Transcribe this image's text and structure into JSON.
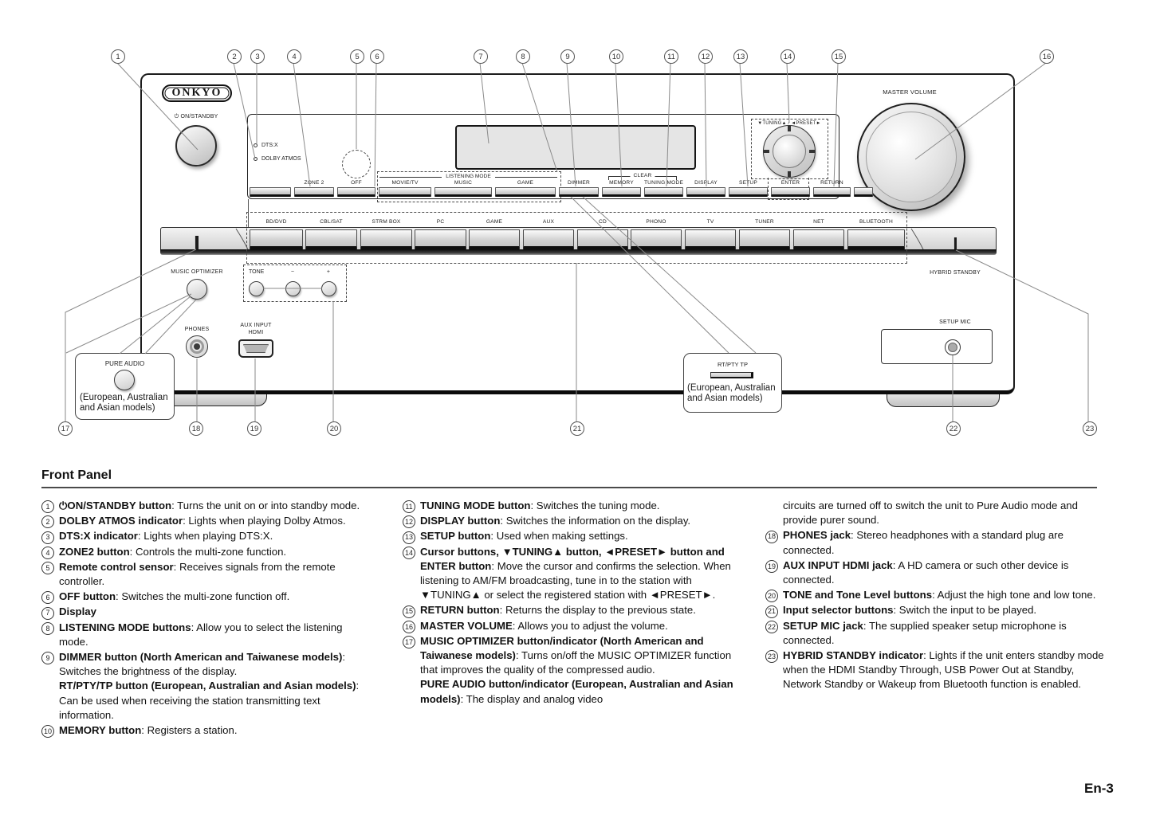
{
  "section_title": "Front Panel",
  "footer": "En-3",
  "device": {
    "brand": "ONKYO",
    "power_label": "⏻ ON/STANDBY",
    "dts_indicator": "DTS:X",
    "dolby_indicator": "DOLBY ATMOS",
    "listening_mode_label": "LISTENING MODE",
    "clear_label": "CLEAR",
    "small_buttons": [
      "",
      "ZONE 2",
      "OFF",
      "MOVIE/TV",
      "MUSIC",
      "GAME",
      "DIMMER",
      "MEMORY",
      "TUNING MODE",
      "DISPLAY",
      "SETUP",
      "ENTER",
      "RETURN",
      ""
    ],
    "dial_label": "▼TUNING▲ / ◄PRESET►",
    "master_volume_label": "MASTER VOLUME",
    "input_buttons": [
      "BD/DVD",
      "CBL/SAT",
      "STRM BOX",
      "PC",
      "GAME",
      "AUX",
      "CD",
      "PHONO",
      "TV",
      "TUNER",
      "NET",
      "BLUETOOTH"
    ],
    "music_optimizer_label": "MUSIC OPTIMIZER",
    "tone_label": "TONE",
    "tone_minus": "−",
    "tone_plus": "+",
    "phones_label": "PHONES",
    "aux_input_line1": "AUX INPUT",
    "aux_input_line2": "HDMI",
    "hybrid_standby_label": "HYBRID STANDBY",
    "setup_mic_label": "SETUP MIC",
    "pure_audio": {
      "title": "PURE AUDIO",
      "note1": "(European, Australian",
      "note2": "and Asian models)"
    },
    "rt_pty": {
      "title": "RT/PTY TP",
      "note1": "(European, Australian",
      "note2": "and Asian models)"
    }
  },
  "callouts_top": [
    "1",
    "2",
    "3",
    "4",
    "5",
    "6",
    "7",
    "8",
    "9",
    "10",
    "11",
    "12",
    "13",
    "14",
    "15",
    "16"
  ],
  "callouts_bottom": [
    "17",
    "18",
    "19",
    "20",
    "21",
    "22",
    "23"
  ],
  "legend_columns": [
    [
      {
        "num": "1",
        "segs": [
          [
            "b",
            "⏻ON/STANDBY button"
          ],
          [
            "r",
            ": Turns the unit on or into standby mode."
          ]
        ]
      },
      {
        "num": "2",
        "segs": [
          [
            "b",
            "DOLBY ATMOS indicator"
          ],
          [
            "r",
            ": Lights when playing Dolby Atmos."
          ]
        ]
      },
      {
        "num": "3",
        "segs": [
          [
            "b",
            "DTS:X indicator"
          ],
          [
            "r",
            ": Lights when playing DTS:X."
          ]
        ]
      },
      {
        "num": "4",
        "segs": [
          [
            "b",
            "ZONE2 button"
          ],
          [
            "r",
            ": Controls the multi-zone function."
          ]
        ]
      },
      {
        "num": "5",
        "segs": [
          [
            "b",
            "Remote control sensor"
          ],
          [
            "r",
            ": Receives signals from the remote controller."
          ]
        ]
      },
      {
        "num": "6",
        "segs": [
          [
            "b",
            "OFF button"
          ],
          [
            "r",
            ": Switches the multi-zone function off."
          ]
        ]
      },
      {
        "num": "7",
        "segs": [
          [
            "b",
            "Display"
          ]
        ]
      },
      {
        "num": "8",
        "segs": [
          [
            "b",
            "LISTENING MODE buttons"
          ],
          [
            "r",
            ": Allow you to select the listening mode."
          ]
        ]
      },
      {
        "num": "9",
        "segs": [
          [
            "b",
            "DIMMER button (North American and Taiwanese models)"
          ],
          [
            "r",
            ": Switches the brightness of the display."
          ],
          [
            "br"
          ],
          [
            "b",
            "RT/PTY/TP button (European, Australian and Asian models)"
          ],
          [
            "r",
            ": Can be used when receiving the station transmitting text information."
          ]
        ]
      },
      {
        "num": "10",
        "segs": [
          [
            "b",
            "MEMORY button"
          ],
          [
            "r",
            ": Registers a station."
          ]
        ]
      }
    ],
    [
      {
        "num": "11",
        "segs": [
          [
            "b",
            "TUNING MODE button"
          ],
          [
            "r",
            ": Switches the tuning mode."
          ]
        ]
      },
      {
        "num": "12",
        "segs": [
          [
            "b",
            "DISPLAY button"
          ],
          [
            "r",
            ": Switches the information on the display."
          ]
        ]
      },
      {
        "num": "13",
        "segs": [
          [
            "b",
            "SETUP button"
          ],
          [
            "r",
            ": Used when making settings."
          ]
        ]
      },
      {
        "num": "14",
        "segs": [
          [
            "b",
            "Cursor buttons, ▼TUNING▲ button, ◄PRESET► button and ENTER button"
          ],
          [
            "r",
            ": Move the cursor and confirms the selection. When listening to AM/FM broadcasting, tune in to the station with ▼TUNING▲ or select the registered station with ◄PRESET►."
          ]
        ]
      },
      {
        "num": "15",
        "segs": [
          [
            "b",
            "RETURN button"
          ],
          [
            "r",
            ": Returns the display to the previous state."
          ]
        ]
      },
      {
        "num": "16",
        "segs": [
          [
            "b",
            "MASTER VOLUME"
          ],
          [
            "r",
            ": Allows you to adjust the volume."
          ]
        ]
      },
      {
        "num": "17",
        "segs": [
          [
            "b",
            "MUSIC OPTIMIZER button/indicator (North American and Taiwanese models)"
          ],
          [
            "r",
            ": Turns on/off the MUSIC OPTIMIZER function that improves the quality of the compressed audio."
          ],
          [
            "br"
          ],
          [
            "b",
            "PURE AUDIO button/indicator (European, Australian and Asian models)"
          ],
          [
            "r",
            ": The display and analog video"
          ]
        ]
      }
    ],
    [
      {
        "num": "",
        "segs": [
          [
            "r",
            "circuits are turned off to switch the unit to Pure Audio mode and provide purer sound."
          ]
        ]
      },
      {
        "num": "18",
        "segs": [
          [
            "b",
            "PHONES jack"
          ],
          [
            "r",
            ": Stereo headphones with a standard plug are connected."
          ]
        ]
      },
      {
        "num": "19",
        "segs": [
          [
            "b",
            "AUX INPUT HDMI jack"
          ],
          [
            "r",
            ": A HD camera or such other device is connected."
          ]
        ]
      },
      {
        "num": "20",
        "segs": [
          [
            "b",
            "TONE and Tone Level buttons"
          ],
          [
            "r",
            ": Adjust the high tone and low tone."
          ]
        ]
      },
      {
        "num": "21",
        "segs": [
          [
            "b",
            "Input selector buttons"
          ],
          [
            "r",
            ": Switch the input to be played."
          ]
        ]
      },
      {
        "num": "22",
        "segs": [
          [
            "b",
            "SETUP MIC jack"
          ],
          [
            "r",
            ": The supplied speaker setup microphone is connected."
          ]
        ]
      },
      {
        "num": "23",
        "segs": [
          [
            "b",
            "HYBRID STANDBY indicator"
          ],
          [
            "r",
            ": Lights if the unit enters standby mode when the HDMI Standby Through, USB Power Out at Standby, Network Standby or Wakeup from Bluetooth function is enabled."
          ]
        ]
      }
    ]
  ]
}
